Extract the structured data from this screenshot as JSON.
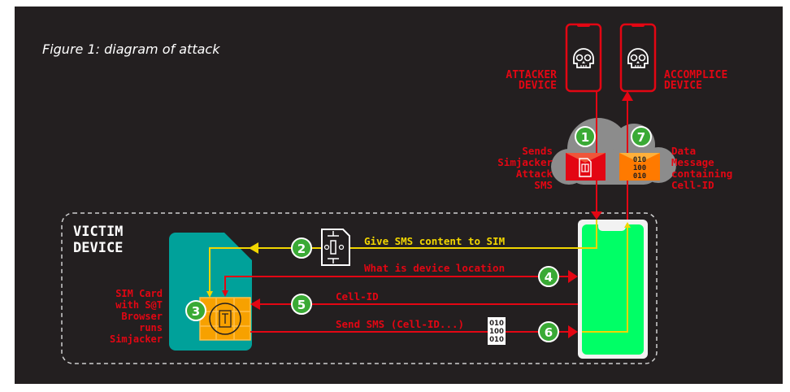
{
  "figure": {
    "caption": "Figure 1: diagram of attack"
  },
  "colors": {
    "background": "#231f20",
    "red": "#e30613",
    "yellow": "#f2d600",
    "green_circle": "#3aaa35",
    "teal_sim": "#00a19a",
    "chip_orange": "#f7a100",
    "phone_green": "#00ff66",
    "cloud_gray": "#8c8c8c",
    "envelope_orange": "#ff7a00",
    "white": "#ffffff"
  },
  "nodes": {
    "attacker": {
      "label_line1": "ATTACKER",
      "label_line2": "DEVICE",
      "icon": "skull-icon"
    },
    "accomplice": {
      "label_line1": "ACCOMPLICE",
      "label_line2": "DEVICE",
      "icon": "skull-icon"
    },
    "victim": {
      "label_line1": "VICTIM",
      "label_line2": "DEVICE"
    },
    "sim": {
      "label_lines": [
        "SIM Card",
        "with S@T",
        "Browser",
        "runs",
        "Simjacker"
      ]
    },
    "network": {
      "icon": "cloud-icon"
    }
  },
  "steps": [
    {
      "number": "1",
      "label_lines": [
        "Sends",
        "Simjacker",
        "Attack",
        "SMS"
      ]
    },
    {
      "number": "2",
      "label": "Give SMS content to SIM"
    },
    {
      "number": "3",
      "label": ""
    },
    {
      "number": "4",
      "label": "What is device location"
    },
    {
      "number": "5",
      "label": "Cell-ID"
    },
    {
      "number": "6",
      "label": "Send SMS (Cell-ID...)"
    },
    {
      "number": "7",
      "label_lines": [
        "Data",
        "Message",
        "containing",
        "Cell-ID"
      ]
    }
  ],
  "binary": {
    "lines": [
      "010",
      "100",
      "010"
    ]
  }
}
